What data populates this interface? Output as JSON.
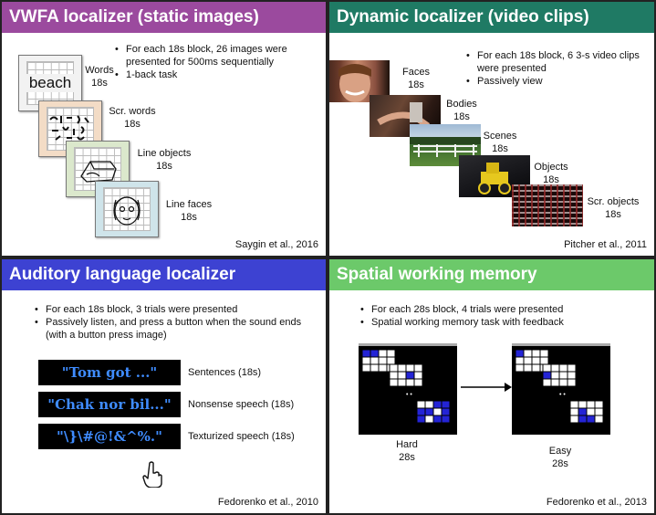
{
  "colors": {
    "vwfa": "#9b4a9e",
    "dynamic": "#1f7a64",
    "auditory": "#3d42d2",
    "spatial": "#6cc96a",
    "accent_blue": "#2323d8"
  },
  "vwfa": {
    "title": "VWFA localizer (static images)",
    "bullets": [
      "For each 18s block, 26 images were presented for 500ms sequentially",
      "1-back task"
    ],
    "word_sample": "beach",
    "labels": [
      {
        "name": "Words",
        "dur": "18s"
      },
      {
        "name": "Scr. words",
        "dur": "18s"
      },
      {
        "name": "Line objects",
        "dur": "18s"
      },
      {
        "name": "Line faces",
        "dur": "18s"
      }
    ],
    "citation": "Saygin et al., 2016"
  },
  "dynamic": {
    "title": "Dynamic localizer (video clips)",
    "bullets": [
      "For each 18s block, 6 3-s video clips were presented",
      "Passively view"
    ],
    "labels": [
      {
        "name": "Faces",
        "dur": "18s"
      },
      {
        "name": "Bodies",
        "dur": "18s"
      },
      {
        "name": "Scenes",
        "dur": "18s"
      },
      {
        "name": "Objects",
        "dur": "18s"
      },
      {
        "name": "Scr. objects",
        "dur": "18s"
      }
    ],
    "citation": "Pitcher et al., 2011"
  },
  "auditory": {
    "title": "Auditory language localizer",
    "bullets": [
      "For each 18s block, 3 trials were presented",
      "Passively listen, and press a button when the sound ends (with a button press image)"
    ],
    "stimuli": [
      {
        "text": "\"Tom got ...\"",
        "label": "Sentences (18s)"
      },
      {
        "text": "\"Chak nor bil...\"",
        "label": "Nonsense speech (18s)"
      },
      {
        "text": "\"\\}\\#@!&^%.\"",
        "label": "Texturized speech (18s)"
      }
    ],
    "citation": "Fedorenko et al., 2010"
  },
  "spatial": {
    "title": "Spatial working memory",
    "bullets": [
      "For each 28s block, 4 trials were presented",
      "Spatial working memory task with feedback"
    ],
    "conditions": [
      {
        "name": "Hard",
        "dur": "28s"
      },
      {
        "name": "Easy",
        "dur": "28s"
      }
    ],
    "dots": "• •",
    "citation": "Fedorenko et al., 2013"
  }
}
